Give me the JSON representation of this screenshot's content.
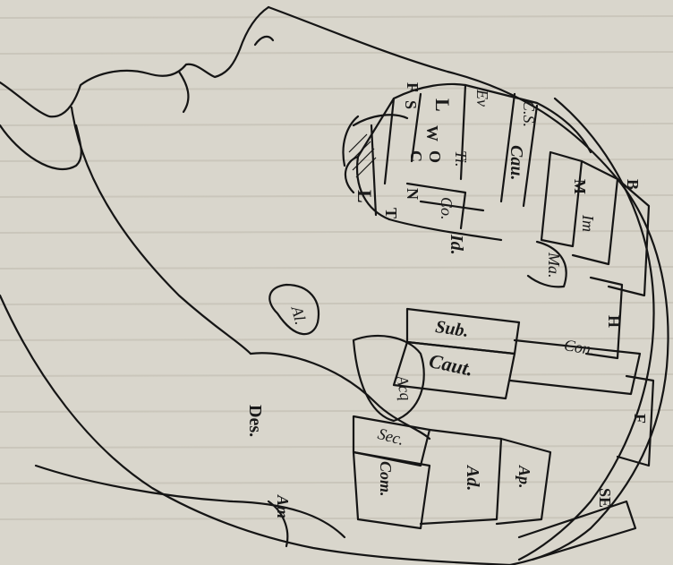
{
  "diagram": {
    "labels": {
      "cs": "C.S.",
      "ev": "Ev",
      "cau": "Cau.",
      "ti": "Ti.",
      "l1": "L",
      "fs_f": "F",
      "fs_s": "S",
      "w": "W",
      "c": "C",
      "o": "O",
      "n": "N",
      "t": "T",
      "l2": "L",
      "co": "Co.",
      "m": "M",
      "im": "Im",
      "b": "B",
      "id": "Id.",
      "ma": "Ma.",
      "h": "H",
      "sub": "Sub.",
      "caut": "Caut.",
      "con": "Con.",
      "al": "Al.",
      "acq": "Acq",
      "f_right": "F",
      "des": "Des.",
      "sec": "Sec.",
      "ap": "Ap.",
      "ad": "Ad.",
      "com": "Com.",
      "se": "SE",
      "am": "Am"
    }
  }
}
